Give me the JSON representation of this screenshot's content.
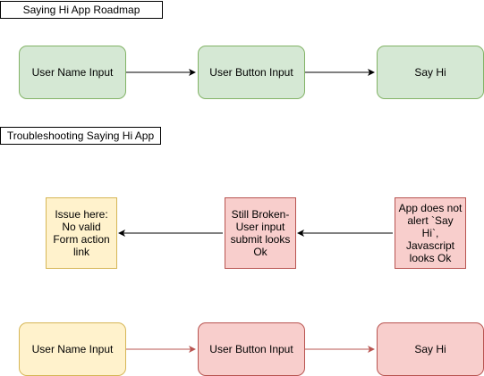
{
  "sections": {
    "roadmap_title": "Saying Hi App Roadmap",
    "troubleshooting_title": "Troubleshooting Saying Hi App"
  },
  "roadmap": {
    "nodes": [
      {
        "label": "User Name Input"
      },
      {
        "label": "User Button Input"
      },
      {
        "label": "Say Hi"
      }
    ]
  },
  "troubleshooting": {
    "issue_note": "Issue here: No valid Form action link",
    "user_input_note": "Still Broken- User input submit looks Ok",
    "javascript_note": "App does not alert `Say Hi`, Javascript looks Ok",
    "flow": [
      {
        "label": "User Name Input"
      },
      {
        "label": "User Button Input"
      },
      {
        "label": "Say Hi"
      }
    ]
  },
  "colors": {
    "ok_fill": "#d5e8d4",
    "ok_stroke": "#82b366",
    "issue_fill": "#fff2cc",
    "issue_stroke": "#d6b656",
    "broken_fill": "#f8cecc",
    "broken_stroke": "#b85450"
  }
}
